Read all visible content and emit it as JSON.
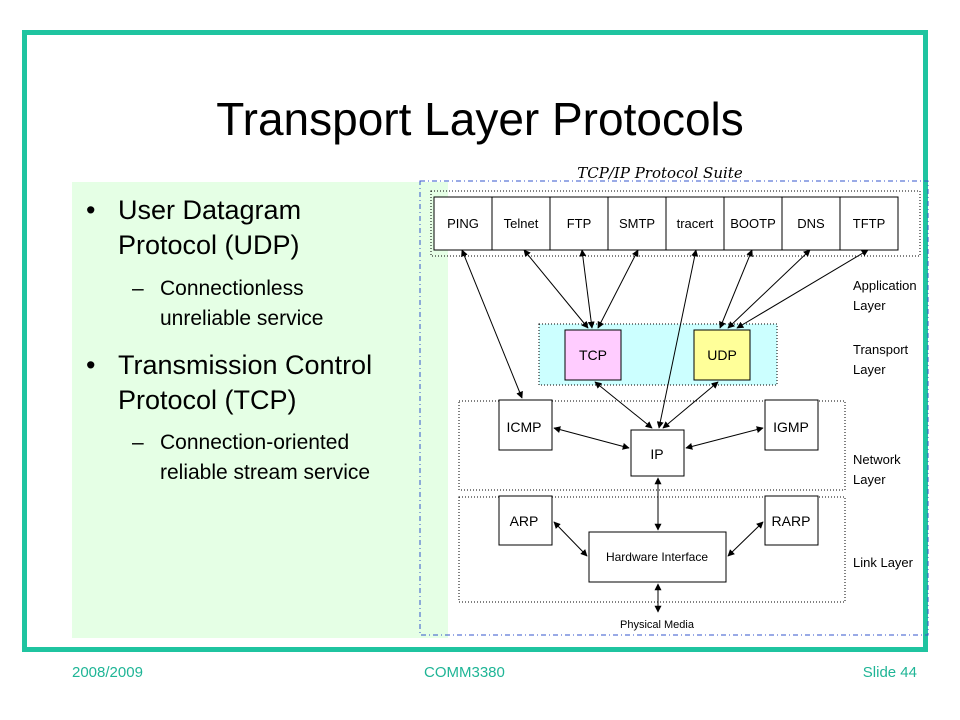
{
  "slide": {
    "title": "Transport Layer Protocols",
    "bullets": [
      {
        "line1": "User Datagram",
        "line2": "Protocol (UDP)",
        "sub1": "Connectionless",
        "sub2": "unreliable service"
      },
      {
        "line1": "Transmission Control",
        "line2": "Protocol (TCP)",
        "sub1": "Connection-oriented",
        "sub2": "reliable stream service"
      }
    ],
    "bullet_symbol": "•",
    "sub_symbol": "–"
  },
  "diagram": {
    "suite_title": "TCP/IP Protocol Suite",
    "app_protocols": [
      "PING",
      "Telnet",
      "FTP",
      "SMTP",
      "tracert",
      "BOOTP",
      "DNS",
      "TFTP"
    ],
    "transport": {
      "tcp": "TCP",
      "udp": "UDP"
    },
    "network": {
      "icmp": "ICMP",
      "igmp": "IGMP",
      "ip": "IP"
    },
    "link": {
      "arp": "ARP",
      "rarp": "RARP",
      "hw": "Hardware Interface"
    },
    "physical": "Physical Media",
    "layer_labels": {
      "application": [
        "Application",
        "Layer"
      ],
      "transport": [
        "Transport",
        "Layer"
      ],
      "network": [
        "Network",
        "Layer"
      ],
      "link": "Link Layer"
    },
    "colors": {
      "tcp": "#ffccff",
      "udp": "#ffff99",
      "transport_band": "#ccffff"
    }
  },
  "footer": {
    "left": "2008/2009",
    "center": "COMM3380",
    "right": "Slide 44"
  },
  "colors": {
    "frame": "#1fc4a0",
    "panel": "#e5ffe5",
    "footer": "#1fb596"
  }
}
